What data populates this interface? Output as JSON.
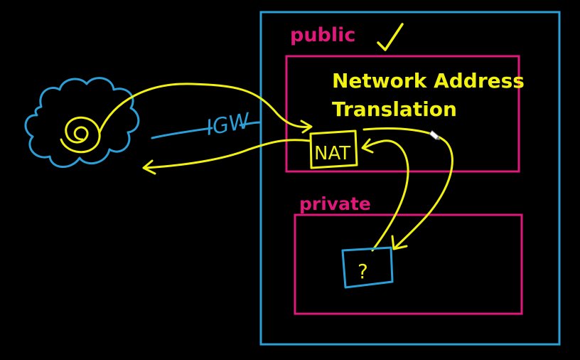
{
  "labels": {
    "public": "public",
    "private": "private",
    "nat_title_line1": "Network Address",
    "nat_title_line2": "Translation",
    "nat_box": "NAT",
    "igw": "IGW",
    "private_instance": "?",
    "check_mark": "✓"
  },
  "colors": {
    "background": "#000000",
    "vpc_border": "#2a9fd8",
    "subnet_border": "#e0187a",
    "annotation": "#f2f211",
    "internet_cloud": "#2a9fd8"
  },
  "icons": {
    "internet": "cloud-icon",
    "check": "check-icon",
    "pencil_cursor": "pencil-icon"
  }
}
